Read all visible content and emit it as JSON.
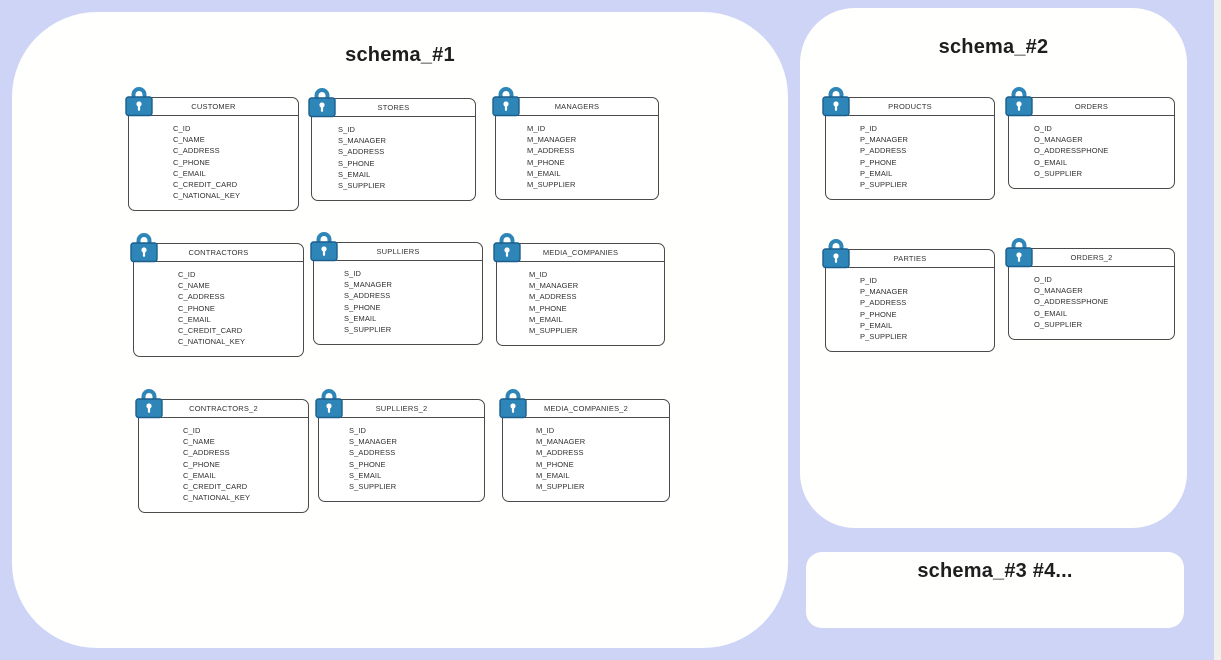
{
  "colors": {
    "background": "#cdd4f5",
    "container": "#ffffff",
    "card_border": "#4b4b4b",
    "lock_blue": "#2e86b8",
    "lock_blue_dark": "#1b5e8c",
    "title_text": "#1e1e1e"
  },
  "schemas": [
    {
      "title": "schema_#1",
      "tables": [
        {
          "name": "CUSTOMER",
          "locked": true,
          "fields": [
            "C_ID",
            "C_NAME",
            "C_ADDRESS",
            "C_PHONE",
            "C_EMAIL",
            "C_CREDIT_CARD",
            "C_NATIONAL_KEY"
          ]
        },
        {
          "name": "STORES",
          "locked": true,
          "fields": [
            "S_ID",
            "S_MANAGER",
            "S_ADDRESS",
            "S_PHONE",
            "S_EMAIL",
            "S_SUPPLIER"
          ]
        },
        {
          "name": "MANAGERS",
          "locked": true,
          "fields": [
            "M_ID",
            "M_MANAGER",
            "M_ADDRESS",
            "M_PHONE",
            "M_EMAIL",
            "M_SUPPLIER"
          ]
        },
        {
          "name": "CONTRACTORS",
          "locked": true,
          "fields": [
            "C_ID",
            "C_NAME",
            "C_ADDRESS",
            "C_PHONE",
            "C_EMAIL",
            "C_CREDIT_CARD",
            "C_NATIONAL_KEY"
          ]
        },
        {
          "name": "SUPLLIERS",
          "locked": true,
          "fields": [
            "S_ID",
            "S_MANAGER",
            "S_ADDRESS",
            "S_PHONE",
            "S_EMAIL",
            "S_SUPPLIER"
          ]
        },
        {
          "name": "MEDIA_COMPANIES",
          "locked": true,
          "fields": [
            "M_ID",
            "M_MANAGER",
            "M_ADDRESS",
            "M_PHONE",
            "M_EMAIL",
            "M_SUPPLIER"
          ]
        },
        {
          "name": "CONTRACTORS_2",
          "locked": true,
          "fields": [
            "C_ID",
            "C_NAME",
            "C_ADDRESS",
            "C_PHONE",
            "C_EMAIL",
            "C_CREDIT_CARD",
            "C_NATIONAL_KEY"
          ]
        },
        {
          "name": "SUPLLIERS_2",
          "locked": true,
          "fields": [
            "S_ID",
            "S_MANAGER",
            "S_ADDRESS",
            "S_PHONE",
            "S_EMAIL",
            "S_SUPPLIER"
          ]
        },
        {
          "name": "MEDIA_COMPANIES_2",
          "locked": true,
          "fields": [
            "M_ID",
            "M_MANAGER",
            "M_ADDRESS",
            "M_PHONE",
            "M_EMAIL",
            "M_SUPPLIER"
          ]
        }
      ]
    },
    {
      "title": "schema_#2",
      "tables": [
        {
          "name": "PRODUCTS",
          "locked": true,
          "fields": [
            "P_ID",
            "P_MANAGER",
            "P_ADDRESS",
            "P_PHONE",
            "P_EMAIL",
            "P_SUPPLIER"
          ]
        },
        {
          "name": "ORDERS",
          "locked": true,
          "fields": [
            "O_ID",
            "O_MANAGER",
            "O_ADDRESSPHONE",
            "O_EMAIL",
            "O_SUPPLIER"
          ]
        },
        {
          "name": "PARTIES",
          "locked": true,
          "fields": [
            "P_ID",
            "P_MANAGER",
            "P_ADDRESS",
            "P_PHONE",
            "P_EMAIL",
            "P_SUPPLIER"
          ]
        },
        {
          "name": "ORDERS_2",
          "locked": true,
          "fields": [
            "O_ID",
            "O_MANAGER",
            "O_ADDRESSPHONE",
            "O_EMAIL",
            "O_SUPPLIER"
          ]
        }
      ]
    },
    {
      "title": "schema_#3 #4...",
      "tables": []
    }
  ]
}
